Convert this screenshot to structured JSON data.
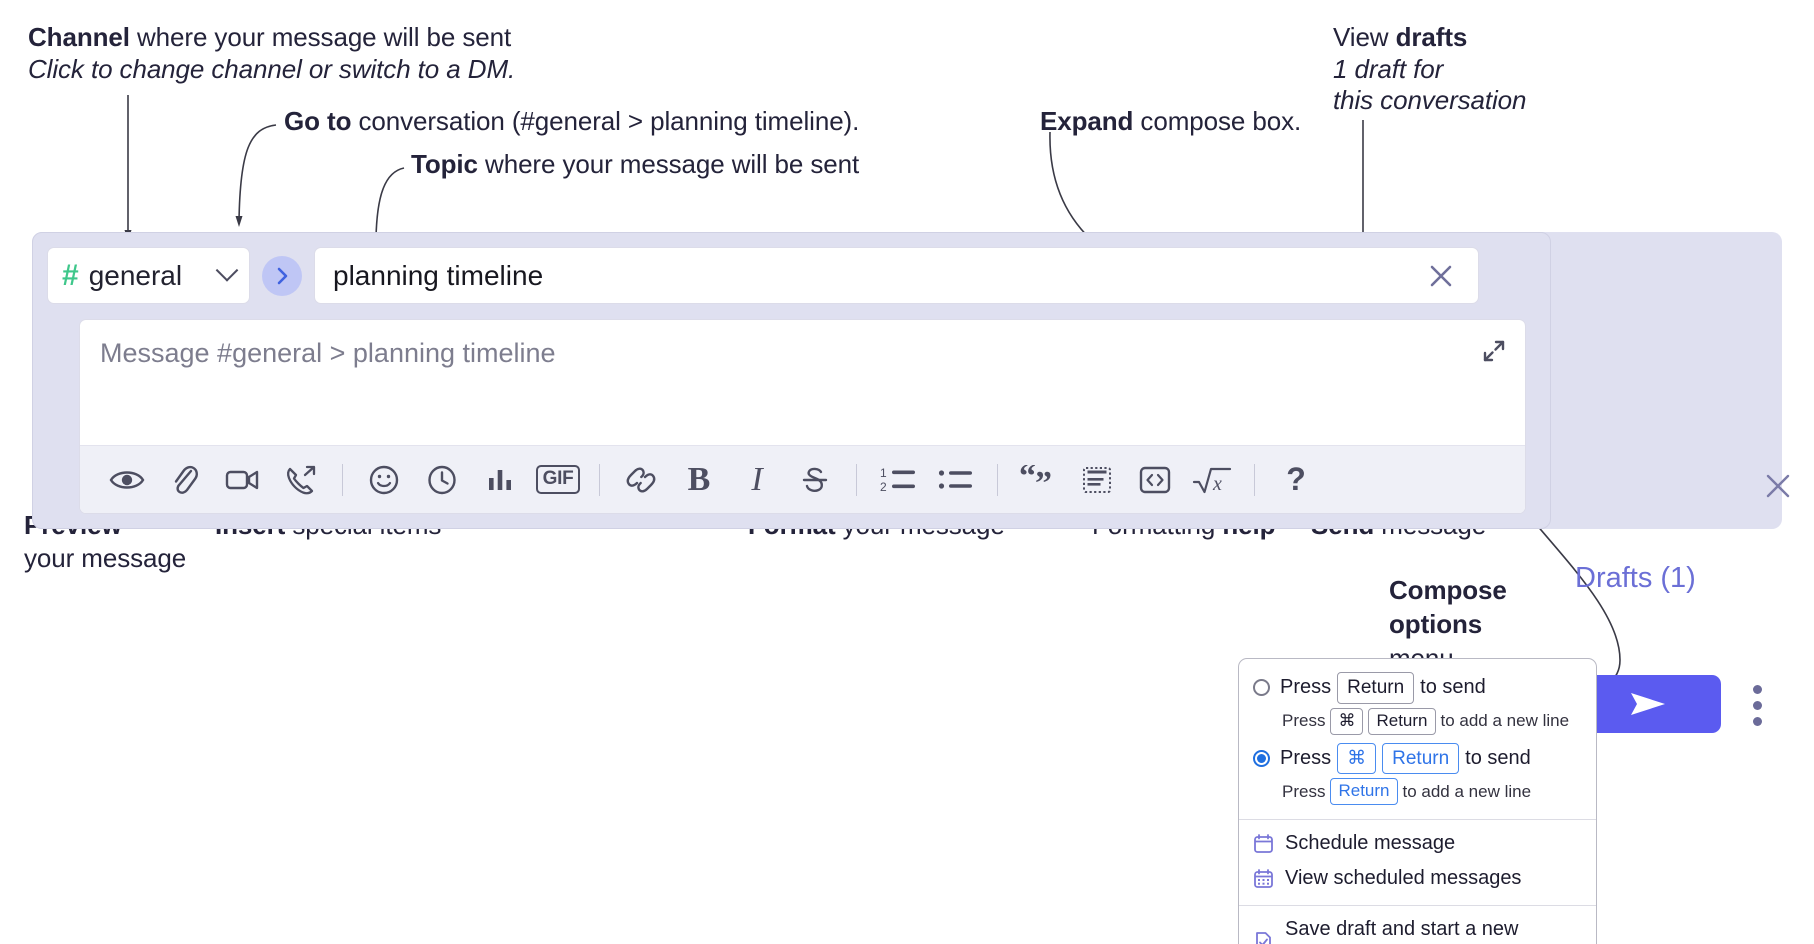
{
  "annotations": {
    "channel": {
      "bold": "Channel",
      "rest": " where your message will be sent",
      "sub": "Click to change channel or switch to a DM."
    },
    "goto": {
      "bold": "Go to",
      "rest": " conversation (#general > planning timeline)."
    },
    "topic": {
      "bold": "Topic",
      "rest": " where your message will be sent"
    },
    "expand": {
      "bold": "Expand",
      "rest": " compose box."
    },
    "drafts": {
      "lead": "View ",
      "bold": "drafts",
      "sub1": "1 draft for",
      "sub2": "this conversation"
    },
    "preview": {
      "bold": "Preview",
      "sub": "your message"
    },
    "insert": {
      "bold": "Insert",
      "rest": " special items"
    },
    "format": {
      "bold": "Format",
      "rest": " your message"
    },
    "help": {
      "lead": "Formatting ",
      "bold": "help"
    },
    "send": {
      "bold": "Send",
      "rest": " message"
    },
    "compose_options": {
      "bold1": "Compose",
      "bold2": "options",
      "rest": "menu"
    }
  },
  "composer": {
    "channel": {
      "hash": "#",
      "name": "general",
      "icon": "hash-icon",
      "chevron": "chevron-down-icon"
    },
    "goto_button_icon": "chevron-right-icon",
    "topic": {
      "value": "planning timeline",
      "clear_icon": "close-icon"
    },
    "message": {
      "placeholder": "Message #general > planning timeline",
      "value": ""
    },
    "expand_icon": "expand-arrows-icon",
    "send_button_icon": "paper-plane-icon",
    "overflow_icon": "kebab-menu-icon",
    "drafts_label": "Drafts (1)",
    "panel_close_icon": "close-icon",
    "toolbar": [
      {
        "name": "preview-icon",
        "label": "Preview"
      },
      {
        "name": "attachment-icon",
        "label": "Attach file"
      },
      {
        "name": "video-icon",
        "label": "Record video"
      },
      {
        "name": "audio-call-icon",
        "label": "Record audio"
      },
      {
        "sep": true
      },
      {
        "name": "emoji-icon",
        "label": "Emoji"
      },
      {
        "name": "clock-icon",
        "label": "Reminder"
      },
      {
        "name": "poll-icon",
        "label": "Poll"
      },
      {
        "name": "gif-icon",
        "label": "GIF"
      },
      {
        "sep": true
      },
      {
        "name": "link-icon",
        "label": "Link"
      },
      {
        "name": "bold-icon",
        "label": "B"
      },
      {
        "name": "italic-icon",
        "label": "I"
      },
      {
        "name": "strikethrough-icon",
        "label": "Strikethrough"
      },
      {
        "sep": true
      },
      {
        "name": "ordered-list-icon",
        "label": "Numbered list"
      },
      {
        "name": "bulleted-list-icon",
        "label": "Bulleted list"
      },
      {
        "sep": true
      },
      {
        "name": "blockquote-icon",
        "label": "Quote"
      },
      {
        "name": "code-block-icon",
        "label": "Code block"
      },
      {
        "name": "code-icon",
        "label": "Code"
      },
      {
        "name": "math-icon",
        "label": "Math"
      },
      {
        "sep": true
      },
      {
        "name": "help-icon",
        "label": "?"
      }
    ]
  },
  "menu": {
    "options": [
      {
        "selected": false,
        "line": {
          "pre": "Press",
          "key": "Return",
          "post": "to send"
        },
        "sub": {
          "pre": "Press",
          "key1": "⌘",
          "key2": "Return",
          "post": "to add a new line"
        }
      },
      {
        "selected": true,
        "line": {
          "pre": "Press",
          "key1": "⌘",
          "key2": "Return",
          "post": "to send"
        },
        "sub": {
          "pre": "Press",
          "key": "Return",
          "post": "to add a new line"
        }
      }
    ],
    "items": [
      {
        "icon": "calendar-schedule-icon",
        "label": "Schedule message"
      },
      {
        "icon": "calendar-grid-icon",
        "label": "View scheduled messages"
      },
      {
        "icon": "save-draft-icon",
        "label": "Save draft and start a new message",
        "separated": true
      }
    ]
  },
  "colors": {
    "accent": "#5b5bf0",
    "panel": "#dfe0f0",
    "hash_green": "#3fc78b",
    "drafts_purple": "#6b6fd6",
    "menu_blue": "#2f74e8"
  }
}
